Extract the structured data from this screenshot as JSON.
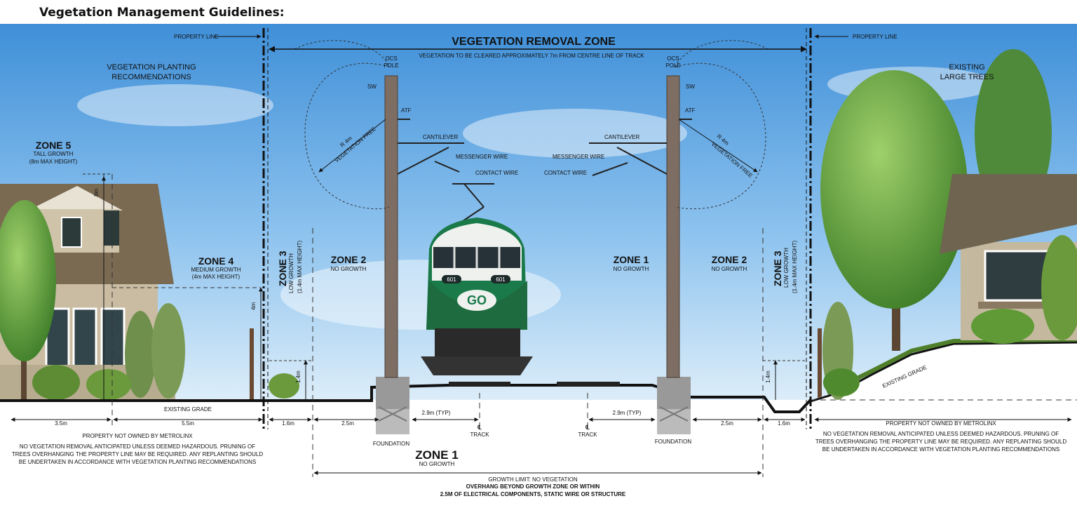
{
  "title": "Vegetation Management Guidelines:",
  "labels": {
    "vrz": "VEGETATION REMOVAL ZONE",
    "vrz_sub": "VEGETATION TO BE CLEARED APPROXIMATELY 7m FROM CENTRE LINE OF TRACK",
    "property_line": "PROPERTY LINE",
    "planting_1": "VEGETATION PLANTING",
    "planting_2": "RECOMMENDATIONS",
    "existing_1": "EXISTING",
    "existing_2": "LARGE TREES",
    "ocs_1": "OCS",
    "ocs_2": "POLE",
    "sw": "SW",
    "atf": "ATF",
    "cantilever": "CANTILEVER",
    "messenger": "MESSENGER WIRE",
    "contact": "CONTACT WIRE",
    "r4m": "R 4m",
    "vegfree": "VEGETATION FREE",
    "zone5": "ZONE 5",
    "zone5_s1": "TALL GROWTH",
    "zone5_s2": "(8m MAX HEIGHT)",
    "zone4": "ZONE 4",
    "zone4_s1": "MEDIUM GROWTH",
    "zone4_s2": "(4m MAX HEIGHT)",
    "zone3": "ZONE 3",
    "zone3_s1": "LOW GROWTH",
    "zone3_s2": "(1.4m MAX HEIGHT)",
    "zone2": "ZONE 2",
    "zone1": "ZONE 1",
    "no_growth": "NO GROWTH",
    "existing_grade": "EXISTING GRADE",
    "h8m": "8m",
    "h4m": "4m",
    "h14m": "1.4m",
    "d35": "3.5m",
    "d55": "5.5m",
    "d16": "1.6m",
    "d25": "2.5m",
    "d29": "2.9m (TYP)",
    "track_c": "℄",
    "track": "TRACK",
    "foundation": "FOUNDATION",
    "pnom": "PROPERTY NOT OWNED BY METROLINX",
    "left_note_1": "NO VEGETATION REMOVAL ANTICIPATED UNLESS DEEMED HAZARDOUS. PRUNING OF",
    "left_note_2": "TREES OVERHANGING THE PROPERTY LINE MAY BE REQUIRED. ANY REPLANTING SHOULD",
    "left_note_3": "BE UNDERTAKEN IN ACCORDANCE WITH VEGETATION PLANTING RECOMMENDATIONS",
    "right_note_1": "NO VEGETATION REMOVAL ANTICIPATED UNLESS DEEMED HAZARDOUS. PRUNING OF",
    "right_note_2": "TREES OVERHANGING THE PROPERTY LINE MAY BE REQUIRED. ANY REPLANTING SHOULD",
    "right_note_3": "BE UNDERTAKEN IN ACCORDANCE WITH VEGETATION PLANTING RECOMMENDATIONS",
    "growth_limit": "GROWTH LIMIT: NO VEGETATION",
    "overhang_1": "OVERHANG BEYOND GROWTH ZONE OR WITHIN",
    "overhang_2": "2.5M OF ELECTRICAL COMPONENTS, STATIC WIRE OR STRUCTURE",
    "train_num": "601"
  }
}
